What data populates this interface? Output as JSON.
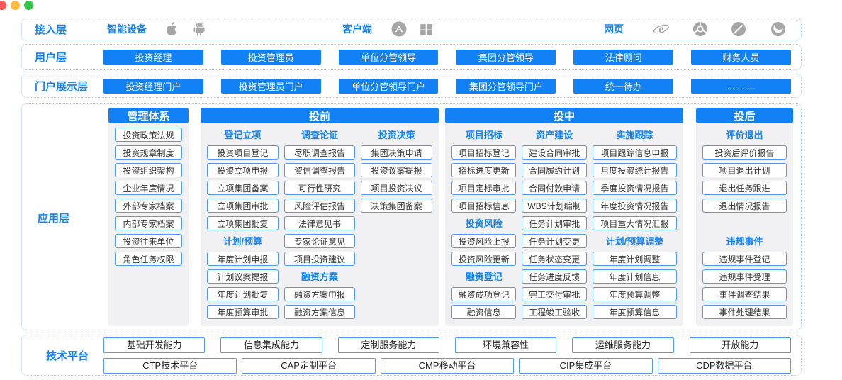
{
  "colors": {
    "accent_blue": "#1181f5",
    "dashed_border": "#a9cdf8",
    "panel_gray": "#f1f1f3",
    "item_border": "#4d9bf3",
    "icon_gray": "#a6a6a6",
    "text_dark": "#333333",
    "dot_red": "#fc5b57",
    "dot_yellow": "#fdbc40",
    "dot_green": "#33c748"
  },
  "access_layer": {
    "label": "接入层",
    "device_group": {
      "label": "智能设备",
      "icons": [
        "apple-icon",
        "android-icon"
      ]
    },
    "client_group": {
      "label": "客户端",
      "icons": [
        "app-store-icon",
        "windows-icon"
      ]
    },
    "web_group": {
      "label": "网页",
      "icons": [
        "ie-icon",
        "chrome-icon",
        "opera-icon",
        "firefox-icon"
      ]
    }
  },
  "user_layer": {
    "label": "用户层",
    "items": [
      "投资经理",
      "投资管理员",
      "单位分管领导",
      "集团分管领导",
      "法律顾问",
      "财务人员"
    ]
  },
  "portal_layer": {
    "label": "门户展示层",
    "items": [
      "投资经理门户",
      "投资管理员门户",
      "单位分管领导门户",
      "集团分管领导门户",
      "统一待办",
      "..........."
    ]
  },
  "app_layer": {
    "label": "应用层",
    "groups": [
      {
        "title": "管理体系",
        "columns": [
          [
            {
              "t": "i",
              "label": "投资政策法规"
            },
            {
              "t": "i",
              "label": "投资规章制度"
            },
            {
              "t": "i",
              "label": "投资组织架构"
            },
            {
              "t": "i",
              "label": "企业年度情况"
            },
            {
              "t": "i",
              "label": "外部专家档案"
            },
            {
              "t": "i",
              "label": "内部专家档案"
            },
            {
              "t": "i",
              "label": "投资往来单位"
            },
            {
              "t": "i",
              "label": "角色任务权限"
            }
          ]
        ]
      },
      {
        "title": "投前",
        "columns": [
          [
            {
              "t": "s",
              "label": "登记立项"
            },
            {
              "t": "i",
              "label": "投资项目登记"
            },
            {
              "t": "i",
              "label": "投资立项申报"
            },
            {
              "t": "i",
              "label": "立项集团备案"
            },
            {
              "t": "i",
              "label": "立项集团审批"
            },
            {
              "t": "i",
              "label": "立项集团批复"
            },
            {
              "t": "s",
              "label": "计划/预算"
            },
            {
              "t": "i",
              "label": "年度计划申报"
            },
            {
              "t": "i",
              "label": "计划议案提报"
            },
            {
              "t": "i",
              "label": "年度计划批复"
            },
            {
              "t": "i",
              "label": "年度预算审批"
            }
          ],
          [
            {
              "t": "s",
              "label": "调查论证"
            },
            {
              "t": "i",
              "label": "尽职调查报告"
            },
            {
              "t": "i",
              "label": "资信调查报告"
            },
            {
              "t": "i",
              "label": "可行性研究"
            },
            {
              "t": "i",
              "label": "风险评估报告"
            },
            {
              "t": "i",
              "label": "法律意见书"
            },
            {
              "t": "i",
              "label": "专家论证意见"
            },
            {
              "t": "i",
              "label": "项目投资建议"
            },
            {
              "t": "s",
              "label": "融资方案"
            },
            {
              "t": "i",
              "label": "融资方案申报"
            },
            {
              "t": "i",
              "label": "融资方案信息"
            }
          ],
          [
            {
              "t": "s",
              "label": "投资决策"
            },
            {
              "t": "i",
              "label": "集团决策申请"
            },
            {
              "t": "i",
              "label": "投资议案提报"
            },
            {
              "t": "i",
              "label": "项目投资决议"
            },
            {
              "t": "i",
              "label": "决策集团备案"
            }
          ]
        ]
      },
      {
        "title": "投中",
        "columns": [
          [
            {
              "t": "s",
              "label": "项目招标"
            },
            {
              "t": "i",
              "label": "项目招标登记"
            },
            {
              "t": "i",
              "label": "招标进度更新"
            },
            {
              "t": "i",
              "label": "项目定标审批"
            },
            {
              "t": "i",
              "label": "项目招标信息"
            },
            {
              "t": "s",
              "label": "投资风险"
            },
            {
              "t": "i",
              "label": "投资风险上报"
            },
            {
              "t": "i",
              "label": "投资风险更新"
            },
            {
              "t": "s",
              "label": "融资登记"
            },
            {
              "t": "i",
              "label": "融资成功登记"
            },
            {
              "t": "i",
              "label": "融资信息"
            }
          ],
          [
            {
              "t": "s",
              "label": "资产建设"
            },
            {
              "t": "i",
              "label": "建设合同审批"
            },
            {
              "t": "i",
              "label": "合同履约计划"
            },
            {
              "t": "i",
              "label": "合同付款申请"
            },
            {
              "t": "i",
              "label": "WBS计划编制"
            },
            {
              "t": "i",
              "label": "任务计划审批"
            },
            {
              "t": "i",
              "label": "任务计划变更"
            },
            {
              "t": "i",
              "label": "任务状态变更"
            },
            {
              "t": "i",
              "label": "任务进度反馈"
            },
            {
              "t": "i",
              "label": "完工交付审批"
            },
            {
              "t": "i",
              "label": "工程竣工验收"
            }
          ],
          [
            {
              "t": "s",
              "label": "实施跟踪"
            },
            {
              "t": "i",
              "label": "项目跟踪信息申报"
            },
            {
              "t": "i",
              "label": "月度投资统计报告"
            },
            {
              "t": "i",
              "label": "季度投资情况报告"
            },
            {
              "t": "i",
              "label": "年度投资情况报告"
            },
            {
              "t": "i",
              "label": "项目重大情况汇报"
            },
            {
              "t": "s",
              "label": "计划/预算调整"
            },
            {
              "t": "i",
              "label": "年度计划调整"
            },
            {
              "t": "i",
              "label": "年度计划信息"
            },
            {
              "t": "i",
              "label": "年度预算调整"
            },
            {
              "t": "i",
              "label": "年度预算信息"
            }
          ]
        ]
      },
      {
        "title": "投后",
        "columns": [
          [
            {
              "t": "s",
              "label": "评价退出"
            },
            {
              "t": "i",
              "label": "投资后评价报告"
            },
            {
              "t": "i",
              "label": "项目退出计划"
            },
            {
              "t": "i",
              "label": "退出任务跟进"
            },
            {
              "t": "i",
              "label": "退出情况报告"
            },
            {
              "t": "e",
              "label": ""
            },
            {
              "t": "s",
              "label": "违规事件"
            },
            {
              "t": "i",
              "label": "违规事件登记"
            },
            {
              "t": "i",
              "label": "违规事件受理"
            },
            {
              "t": "i",
              "label": "事件调查结果"
            },
            {
              "t": "i",
              "label": "事件处理结果"
            }
          ]
        ]
      }
    ]
  },
  "tech_layer": {
    "label": "技术平台",
    "capabilities": [
      "基础开发能力",
      "信息集成能力",
      "定制服务能力",
      "环境兼容性",
      "运维服务能力",
      "开放能力"
    ],
    "platforms": [
      "CTP技术平台",
      "CAP定制平台",
      "CMP移动平台",
      "CIP集成平台",
      "CDP数据平台"
    ]
  }
}
